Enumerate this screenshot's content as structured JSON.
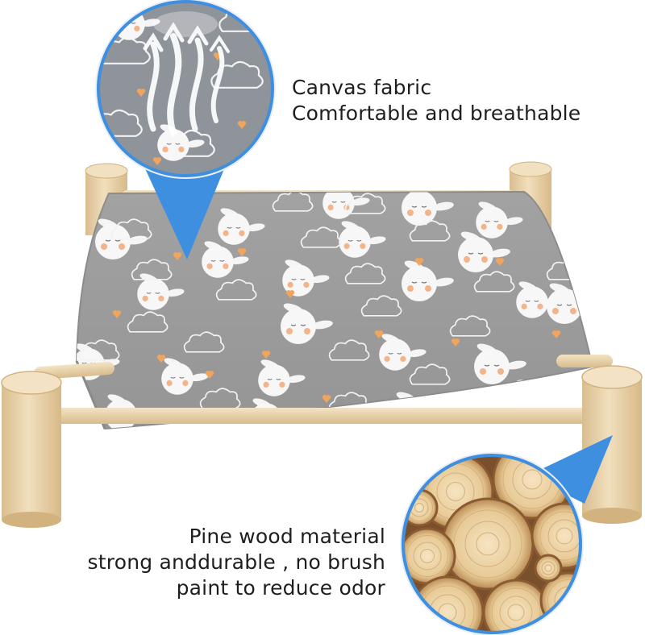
{
  "captions": {
    "canvas": {
      "line1": "Canvas fabric",
      "line2": "Comfortable and breathable"
    },
    "wood": {
      "line1": "Pine wood material",
      "line2": "strong anddurable , no brush",
      "line3": "paint to reduce odor"
    }
  },
  "colors": {
    "background": "#ffffff",
    "fabric": "#9a9a9a",
    "fabric_edge": "#8d8d8d",
    "wood": "#ead3aa",
    "wood_shade": "#d9bd8f",
    "callout_blue": "#3f8fe0",
    "callout_ring": "#e8eef6",
    "text": "#1e1e1e"
  },
  "icons": {
    "pattern": [
      "bunny-face-icon",
      "cloud-outline-icon",
      "orange-heart-icon"
    ],
    "callout_fabric": "steam-breathable-icon",
    "callout_wood": "wood-log-ends-icon"
  }
}
